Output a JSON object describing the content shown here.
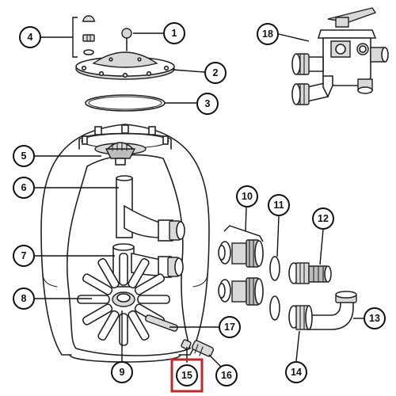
{
  "callouts": [
    {
      "id": "c1",
      "label": "1"
    },
    {
      "id": "c2",
      "label": "2"
    },
    {
      "id": "c3",
      "label": "3"
    },
    {
      "id": "c4",
      "label": "4"
    },
    {
      "id": "c5",
      "label": "5"
    },
    {
      "id": "c6",
      "label": "6"
    },
    {
      "id": "c7",
      "label": "7"
    },
    {
      "id": "c8",
      "label": "8"
    },
    {
      "id": "c9",
      "label": "9"
    },
    {
      "id": "c10",
      "label": "10"
    },
    {
      "id": "c11",
      "label": "11"
    },
    {
      "id": "c12",
      "label": "12"
    },
    {
      "id": "c13",
      "label": "13"
    },
    {
      "id": "c14",
      "label": "14"
    },
    {
      "id": "c15",
      "label": "15",
      "highlighted": true
    },
    {
      "id": "c16",
      "label": "16"
    },
    {
      "id": "c17",
      "label": "17"
    },
    {
      "id": "c18",
      "label": "18"
    }
  ],
  "highlight_color": "#c0282d"
}
